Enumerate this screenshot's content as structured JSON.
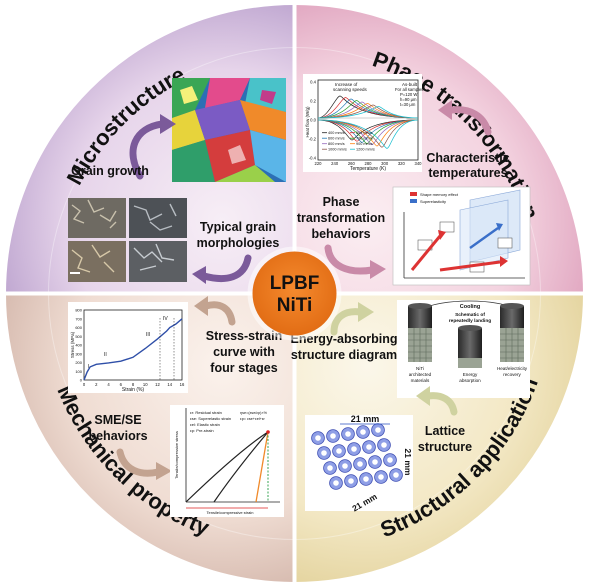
{
  "center": {
    "line1": "LPBF",
    "line2": "NiTi"
  },
  "quadrants": {
    "microstructure": {
      "title": "Microstructure",
      "grain_growth": "Grain growth",
      "typical_line1": "Typical grain",
      "typical_line2": "morphologies"
    },
    "phase": {
      "title": "Phase transformation",
      "char_line1": "Characteristic",
      "char_line2": "temperatures",
      "behav_line1": "Phase",
      "behav_line2": "transformation",
      "behav_line3": "behaviors"
    },
    "mechanical": {
      "title": "Mechanical property",
      "ss_line1": "Stress-strain",
      "ss_line2": "curve with",
      "ss_line3": "four stages",
      "sme_line1": "SME/SE",
      "sme_line2": "behaviors"
    },
    "structural": {
      "title": "Structural application",
      "energy_line1": "Energy-absorbing",
      "energy_line2": "structure diagram",
      "lattice_line1": "Lattice",
      "lattice_line2": "structure"
    }
  },
  "dsc_chart": {
    "ylabel": "Heat flow (W/g)",
    "xlabel": "Temperature (K)",
    "x_ticks": [
      "220",
      "240",
      "260",
      "280",
      "300",
      "320",
      "340"
    ],
    "y_ticks": [
      "0.4",
      "0.2",
      "0.0",
      "-0.2",
      "-0.4"
    ],
    "annot_increase1": "Increase of",
    "annot_increase2": "scanning speeds",
    "annot_asbuilt": "As-built",
    "annot_all": "For all samples",
    "annot_p": "P=120 W",
    "annot_h": "h=90 μm",
    "annot_t": "t=30 μm",
    "legend": [
      "400 mm/s",
      "500 mm/s",
      "600 mm/s",
      "700 mm/s",
      "800 mm/s",
      "900 mm/s",
      "1000 mm/s",
      "1200 mm/s"
    ]
  },
  "ss_chart": {
    "ylabel": "Stress (MPa)",
    "xlabel": "Strain (%)",
    "x_ticks": [
      "0",
      "2",
      "4",
      "6",
      "8",
      "10",
      "12",
      "14",
      "16"
    ],
    "y_ticks": [
      "0",
      "100",
      "200",
      "300",
      "400",
      "500",
      "600",
      "700",
      "800"
    ],
    "stages": [
      "I",
      "II",
      "III",
      "IV"
    ]
  },
  "sme_panel": {
    "legend1": "εr: Residual strain",
    "legend2": "εse: Superelastic strain",
    "legend3": "εel: Elastic strain",
    "legend4": "εp: Pre-strain",
    "formula1": "ηse=(εse/εp)×%",
    "formula2": "εp= εse+εel+εr",
    "ylabel": "Tensile/compressive stress",
    "xlabel": "Tensile/compressive strain"
  },
  "energy_panel": {
    "cooling": "Cooling",
    "schematic1": "Schematic of",
    "schematic2": "repeatedly landing",
    "label_nitl1": "NiTi",
    "label_nitl2": "architected",
    "label_nitl3": "materials",
    "label_energy1": "Energy",
    "label_energy2": "absorption",
    "label_heat1": "Heat/electricity",
    "label_heat2": "recovery"
  },
  "lattice_panel": {
    "dim": "21 mm"
  },
  "phase_panel": {
    "legend1": "Shape memory effect",
    "legend2": "Superelasticity"
  },
  "colors": {
    "micro_ring": "#bfa8cf",
    "phase_ring": "#e3a9c3",
    "mech_ring": "#dcbfb6",
    "struct_ring": "#e8d9a6",
    "center": "#e8741c"
  }
}
